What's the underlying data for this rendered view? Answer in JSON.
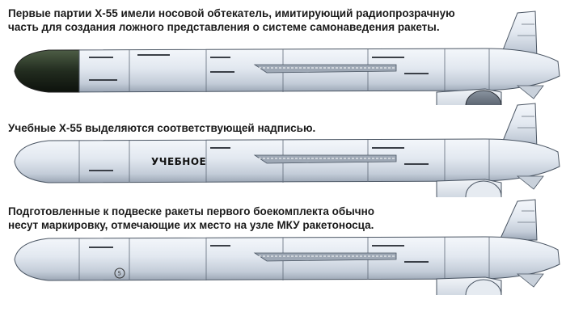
{
  "captions": [
    {
      "line1": "Первые партии Х-55 имели носовой обтекатель, имитирующий радиопрозрачную",
      "line2": "часть для создания ложного представления о системе самонаведения ракеты."
    },
    {
      "line1": "Учебные Х-55 выделяются соответствующей надписью."
    },
    {
      "line1": "Подготовленные к подвеске ракеты первого боекомплекта обычно",
      "line2": "несут маркировку, отмечающие их место на узле МКУ ракетоносца."
    }
  ],
  "missiles": [
    {
      "nose": "dark-green radome",
      "body_label": ""
    },
    {
      "nose": "white",
      "body_label": "УЧЕБНОЕ"
    },
    {
      "nose": "white",
      "position_mark": "5"
    }
  ],
  "colors": {
    "body": "#dfe6ef",
    "body_shade": "#b9c4d2",
    "nose_dark": "#1f2a1c",
    "outline": "#4a5563"
  }
}
